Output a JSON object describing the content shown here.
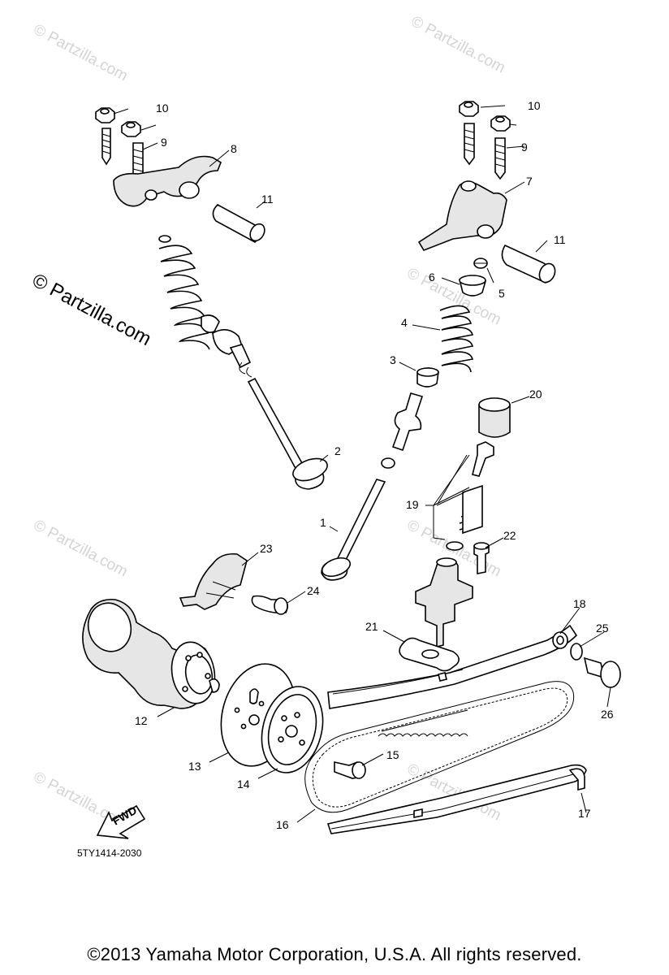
{
  "watermark": {
    "text": "© Partzilla.com"
  },
  "callouts": [
    "1",
    "2",
    "3",
    "4",
    "5",
    "6",
    "7",
    "8",
    "9",
    "10",
    "11",
    "12",
    "13",
    "14",
    "15",
    "16",
    "17",
    "18",
    "19",
    "20",
    "21",
    "22",
    "23",
    "24",
    "25",
    "26"
  ],
  "fwd_label": "FWD",
  "diagram_code": "5TY1414-2030",
  "copyright": "©2013  Yamaha Motor Corporation, U.S.A. All rights reserved."
}
